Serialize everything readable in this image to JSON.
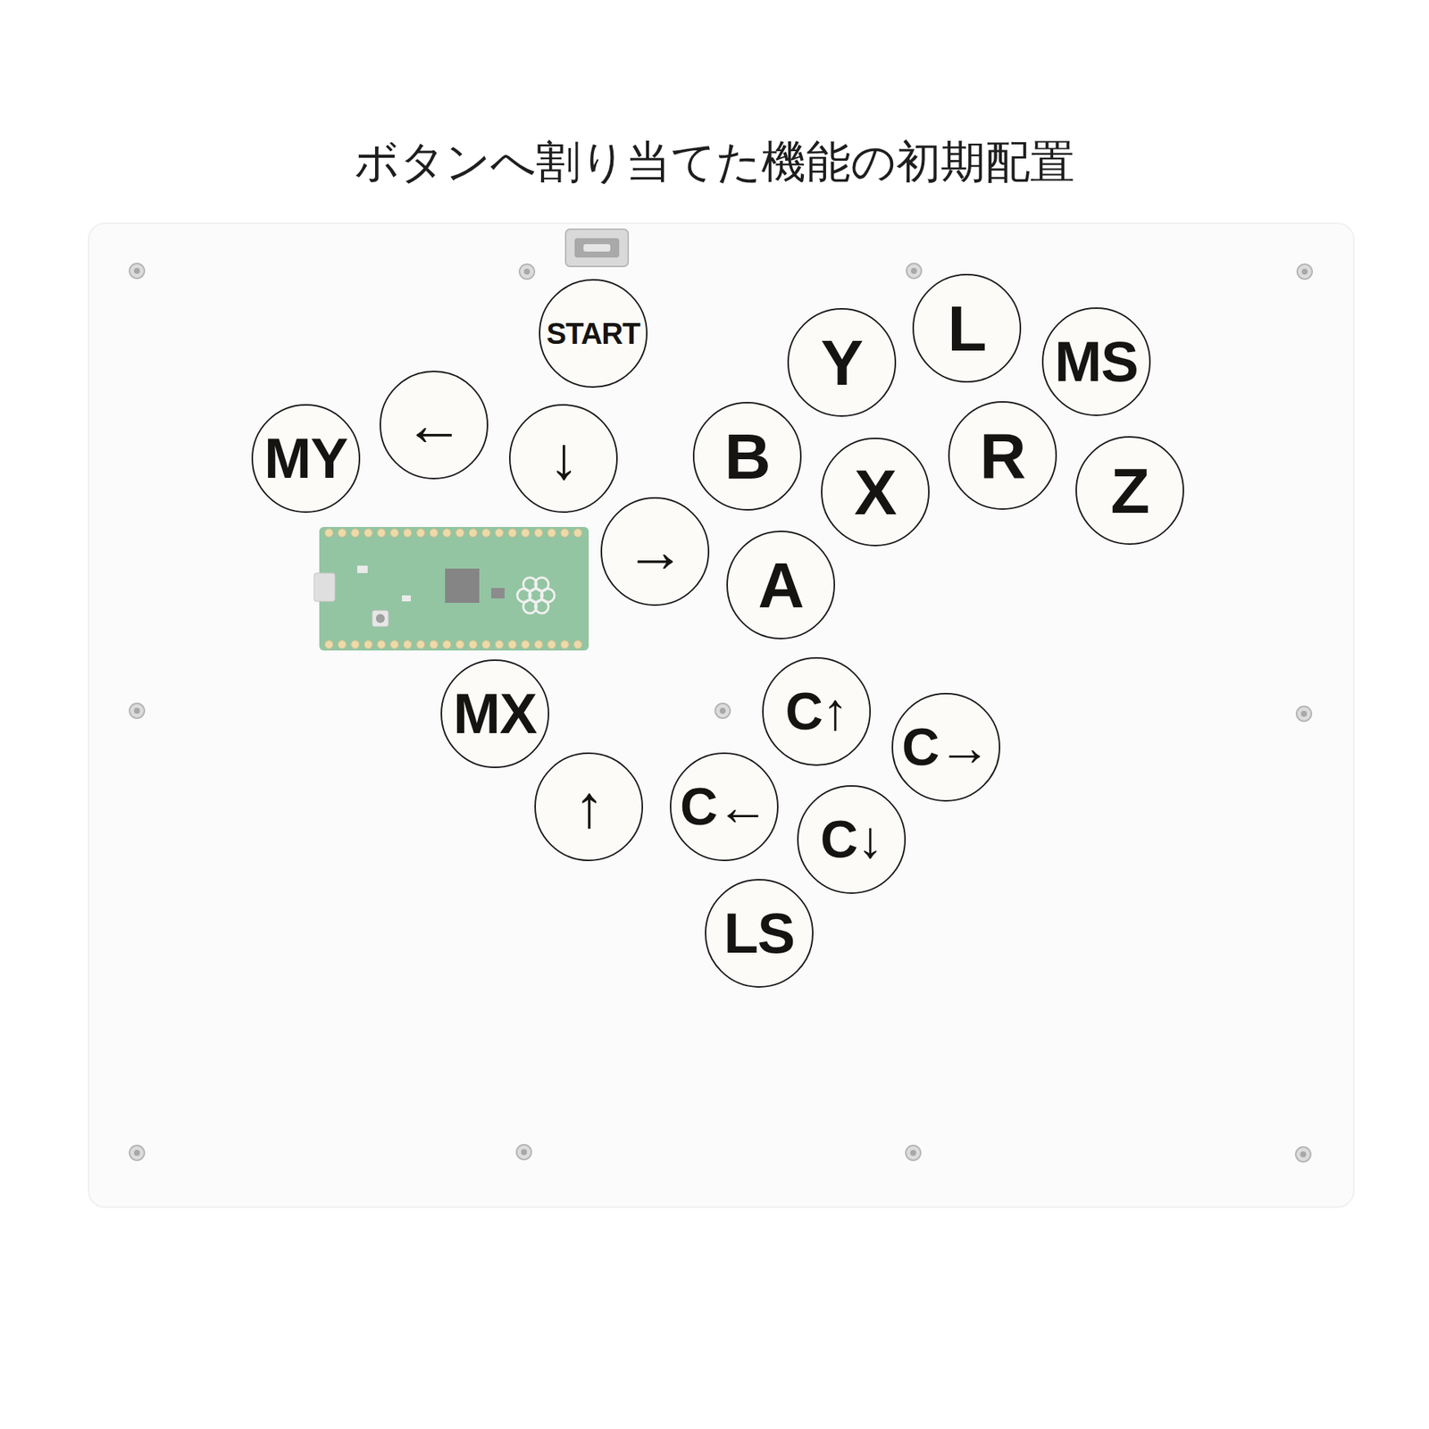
{
  "diagram": {
    "title": "ボタンへ割り当てた機能の初期配置",
    "nodes": [
      {
        "text": [
          "START"
        ]
      },
      {
        "text": [
          "Y"
        ]
      },
      {
        "text": [
          "L"
        ]
      },
      {
        "text": [
          "MS"
        ]
      },
      {
        "text": [
          "MY"
        ]
      },
      {
        "text": [
          "←"
        ]
      },
      {
        "text": [
          "↓"
        ]
      },
      {
        "text": [
          "B"
        ]
      },
      {
        "text": [
          "X"
        ]
      },
      {
        "text": [
          "R"
        ]
      },
      {
        "text": [
          "Z"
        ]
      },
      {
        "text": [
          "→"
        ]
      },
      {
        "text": [
          "A"
        ]
      },
      {
        "text": [
          "MX"
        ]
      },
      {
        "text": [
          "C↑"
        ]
      },
      {
        "text": [
          "C→"
        ]
      },
      {
        "text": [
          "↑"
        ]
      },
      {
        "text": [
          "C←"
        ]
      },
      {
        "text": [
          "C↓"
        ]
      },
      {
        "text": [
          "LS"
        ]
      }
    ]
  }
}
